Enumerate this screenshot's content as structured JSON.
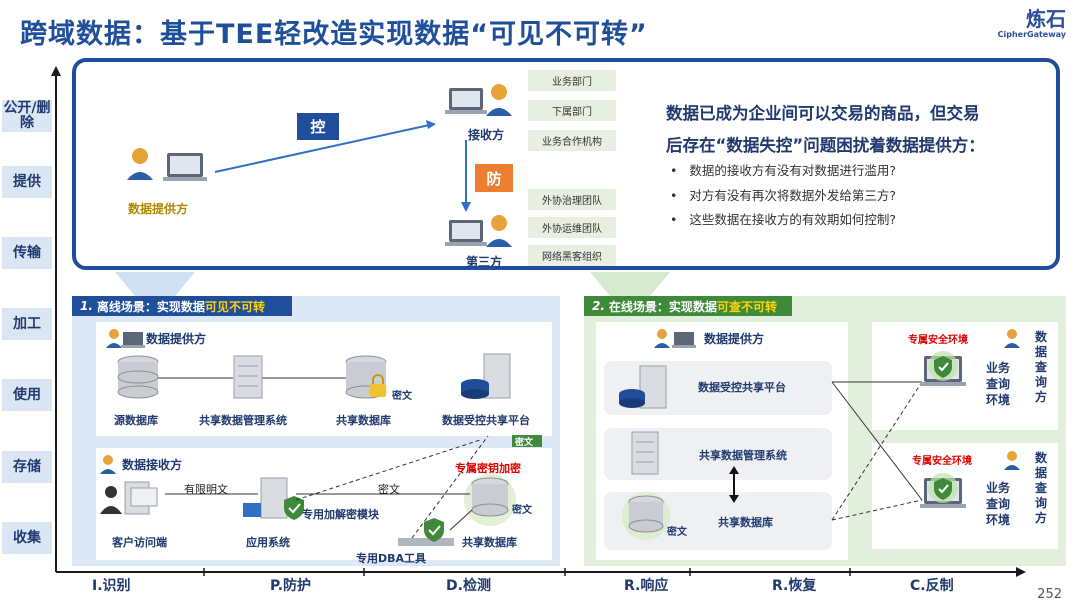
{
  "title": "跨域数据：基于TEE轻改造实现数据“可见不可转”",
  "logo": {
    "mark": "炼石",
    "sub": "CipherGateway"
  },
  "page_number": "252",
  "stages": [
    "公开/删除",
    "提供",
    "传输",
    "加工",
    "使用",
    "存储",
    "收集"
  ],
  "phases": [
    "I.识别",
    "P.防护",
    "D.检测",
    "R.响应",
    "R.恢复",
    "C.反制"
  ],
  "top": {
    "provider": "数据提供方",
    "control_tag": "控",
    "defend_tag": "防",
    "receiver": "接收方",
    "third_party": "第三方",
    "chips_top": [
      "业务部门",
      "下属部门",
      "业务合作机构"
    ],
    "chips_bottom": [
      "外协治理团队",
      "外协运维团队",
      "网络黑客组织"
    ],
    "headline_1": "数据已成为企业间可以交易的商品，但交易",
    "headline_2": "后存在“数据失控”问题困扰着数据提供方：",
    "bullets": [
      "数据的接收方有没有对数据进行滥用?",
      "对方有没有再次将数据外发给第三方?",
      "这些数据在接收方的有效期如何控制?"
    ]
  },
  "offline": {
    "head_num": "1.",
    "head_text": "离线场景：实现数据",
    "head_highlight": "可见不可转",
    "provider_title": "数据提供方",
    "nodes": [
      "源数据库",
      "共享数据管理系统",
      "共享数据库",
      "数据受控共享平台"
    ],
    "cipher": "密文",
    "receiver_title": "数据接收方",
    "limited_plain": "有限明文",
    "client": "客户访问端",
    "app": "应用系统",
    "crypto_module": "专用加解密模块",
    "dba_tool": "专用DBA工具",
    "shared_db": "共享数据库",
    "key_enc": "专属密钥加密"
  },
  "online": {
    "head_num": "2.",
    "head_text": "在线场景：实现数据",
    "head_highlight": "可查不可转",
    "provider_title": "数据提供方",
    "platform": "数据受控共享平台",
    "mgmt": "共享数据管理系统",
    "shared_db": "共享数据库",
    "cipher": "密文",
    "env_label": "专属安全环境",
    "env_text": "业务查询环境",
    "query_party": "数据查询方"
  },
  "colors": {
    "primary": "#1f4e9a",
    "offline_bg": "#dce8f5",
    "online_bg": "#e2efdc",
    "green_head": "#3f8a3a",
    "alert": "#e00000",
    "chip_bg": "#e7efe0",
    "orange_tag": "#ed7d31"
  }
}
